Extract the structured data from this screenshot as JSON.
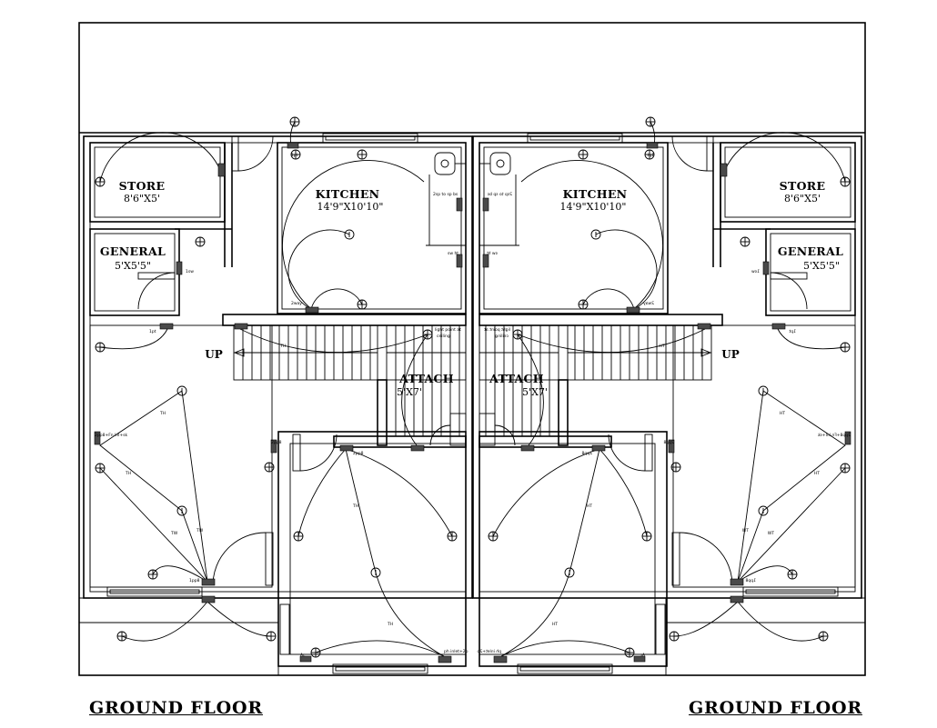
{
  "plans": [
    {
      "title": "GROUND FLOOR",
      "rooms": {
        "store": {
          "name": "STORE",
          "size": "8'6\"X5'"
        },
        "general": {
          "name": "GENERAL",
          "size": "5'X5'5\""
        },
        "kitchen": {
          "name": "KITCHEN",
          "size": "14'9\"X10'10\""
        },
        "attach": {
          "name": "ATTACH",
          "size": "5'X7'"
        }
      },
      "stair_label": "UP"
    },
    {
      "title": "GROUND FLOOR",
      "rooms": {
        "store": {
          "name": "STORE",
          "size": "8'6\"X5'"
        },
        "general": {
          "name": "GENERAL",
          "size": "5'X5'5\""
        },
        "kitchen": {
          "name": "KITCHEN",
          "size": "14'9\"X10'10\""
        },
        "attach": {
          "name": "ATTACH",
          "size": "5'X7'"
        }
      },
      "stair_label": "UP"
    }
  ]
}
